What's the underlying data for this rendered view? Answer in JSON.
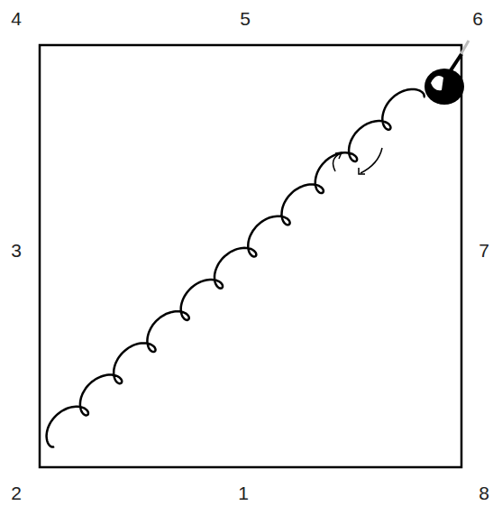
{
  "diagram": {
    "labels": [
      "4",
      "5",
      "6",
      "3",
      "7",
      "2",
      "1",
      "8"
    ]
  }
}
